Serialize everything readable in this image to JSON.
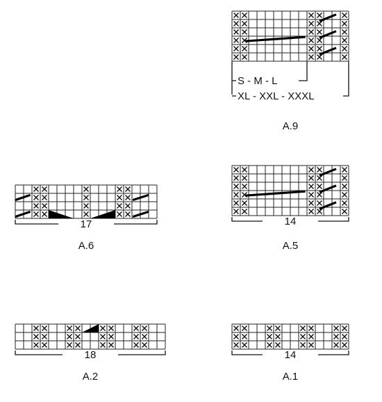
{
  "diagrams": [
    {
      "id": "a9",
      "label": "A.9",
      "size_labels": [
        "S - M - L",
        "XL - XXL - XXXL"
      ],
      "width_label": "",
      "cols": 14,
      "rows": 6,
      "x_cols": [
        0,
        1,
        9,
        10,
        13
      ],
      "diagonals": [
        {
          "c0": 10.5,
          "r0": 1.2,
          "c1": 12.5,
          "r1": 0.4
        },
        {
          "c0": 10.5,
          "r0": 3.2,
          "c1": 12.5,
          "r1": 2.4
        },
        {
          "c0": 10.5,
          "r0": 5.2,
          "c1": 12.5,
          "r1": 4.4
        },
        {
          "c0": 1.6,
          "r0": 3.6,
          "c1": 8.8,
          "r1": 3.1
        }
      ],
      "wedges": []
    },
    {
      "id": "a6",
      "label": "A.6",
      "width_label": "17",
      "cols": 17,
      "rows": 4,
      "x_cols": [
        2,
        3,
        8,
        12,
        13
      ],
      "diagonals": [
        {
          "c0": 0.0,
          "r0": 1.8,
          "c1": 1.8,
          "r1": 1.2
        },
        {
          "c0": 0.0,
          "r0": 3.8,
          "c1": 1.8,
          "r1": 3.2
        },
        {
          "c0": 14.1,
          "r0": 1.8,
          "c1": 16.0,
          "r1": 1.2
        },
        {
          "c0": 14.1,
          "r0": 3.8,
          "c1": 16.0,
          "r1": 3.2
        }
      ],
      "wedges": [
        {
          "points": [
            [
              4,
              3
            ],
            [
              4,
              4
            ],
            [
              7,
              4
            ]
          ]
        },
        {
          "points": [
            [
              12,
              3
            ],
            [
              12,
              4
            ],
            [
              9,
              4
            ]
          ]
        }
      ]
    },
    {
      "id": "a5",
      "label": "A.5",
      "width_label": "14",
      "cols": 14,
      "rows": 6,
      "x_cols": [
        0,
        1,
        9,
        10,
        13
      ],
      "diagonals": [
        {
          "c0": 10.5,
          "r0": 1.2,
          "c1": 12.5,
          "r1": 0.4
        },
        {
          "c0": 10.5,
          "r0": 3.2,
          "c1": 12.5,
          "r1": 2.4
        },
        {
          "c0": 10.5,
          "r0": 5.2,
          "c1": 12.5,
          "r1": 4.4
        },
        {
          "c0": 1.6,
          "r0": 3.6,
          "c1": 8.8,
          "r1": 3.1
        }
      ],
      "wedges": []
    },
    {
      "id": "a2",
      "label": "A.2",
      "width_label": "18",
      "cols": 18,
      "rows": 3,
      "x_cols": [
        2,
        3,
        6,
        7,
        10,
        11,
        14,
        15
      ],
      "diagonals": [],
      "wedges": [
        {
          "points": [
            [
              8,
              1
            ],
            [
              10,
              0
            ],
            [
              10,
              1
            ]
          ]
        }
      ]
    },
    {
      "id": "a1",
      "label": "A.1",
      "width_label": "14",
      "cols": 14,
      "rows": 3,
      "x_cols": [
        0,
        1,
        4,
        5,
        8,
        9,
        12,
        13
      ],
      "diagonals": [],
      "wedges": []
    }
  ]
}
